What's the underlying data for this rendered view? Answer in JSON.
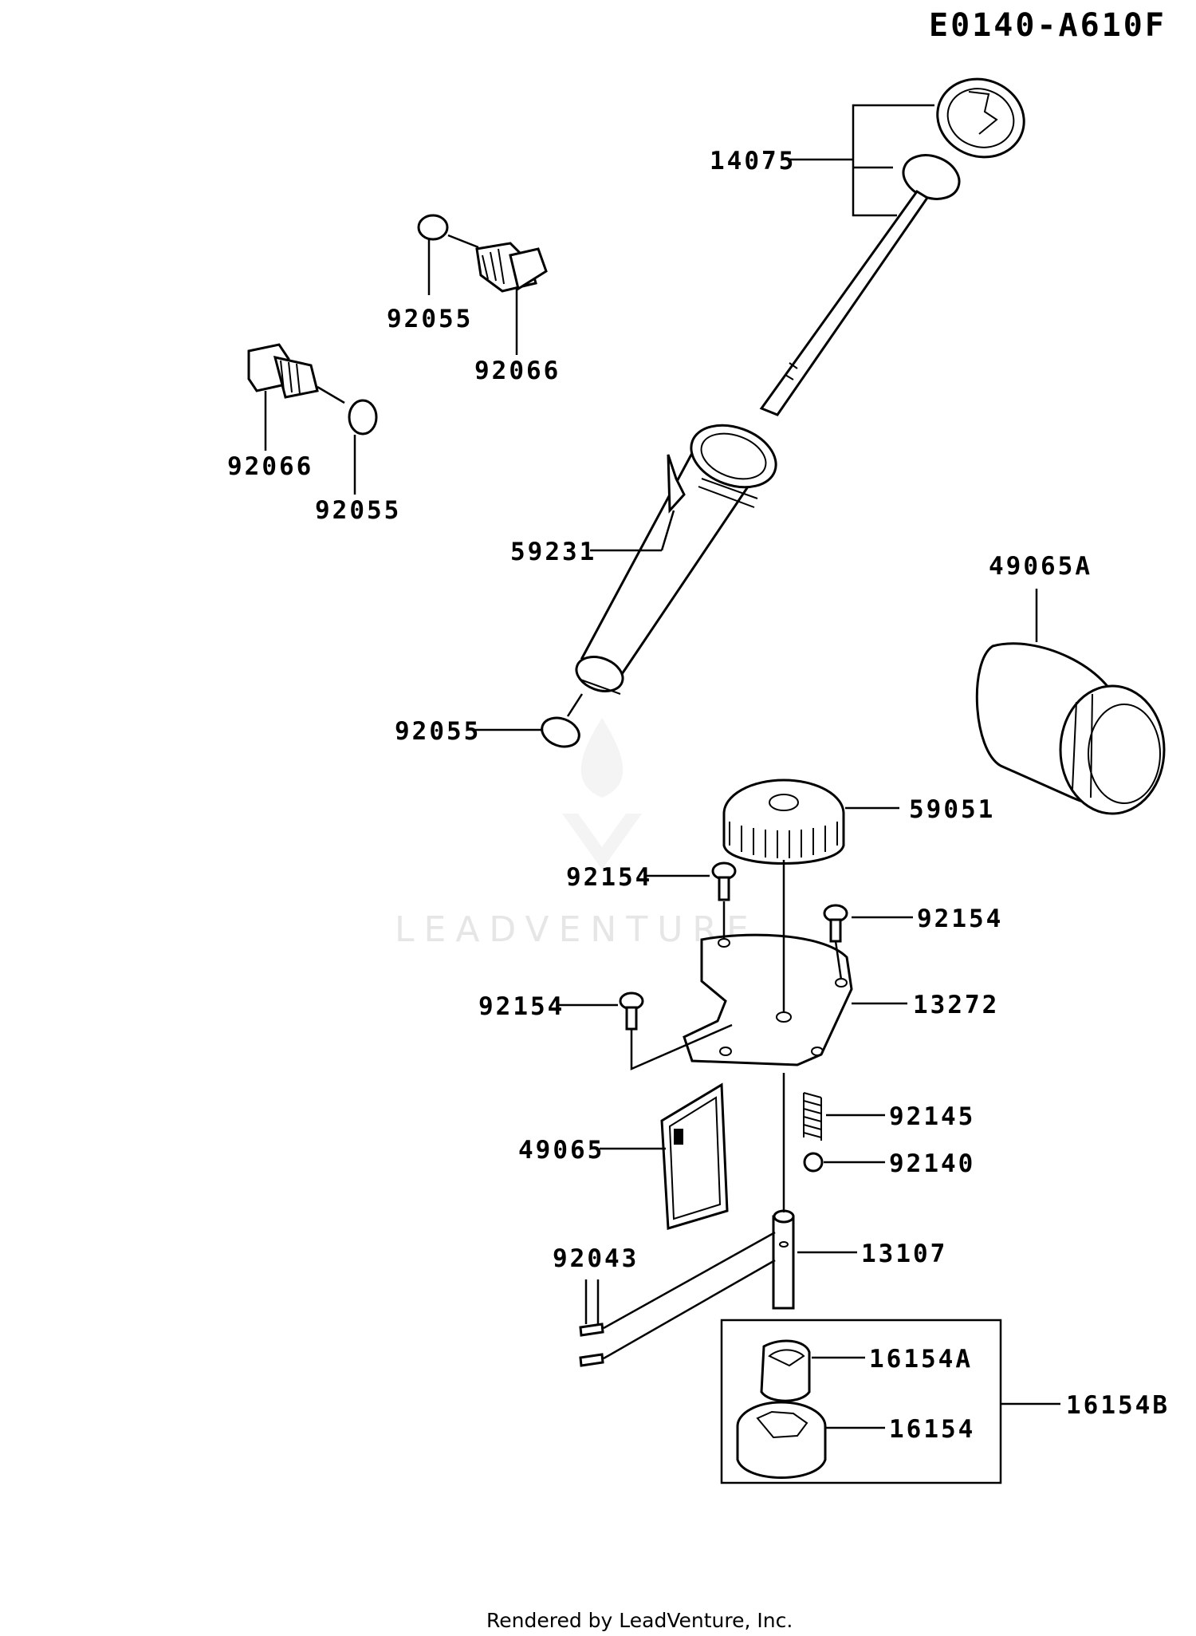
{
  "diagram": {
    "code": "E0140-A610F",
    "footer": "Rendered by LeadVenture, Inc.",
    "watermark": "LEADVENTURE"
  },
  "parts": {
    "p14075": "14075",
    "p92055_top": "92055",
    "p92066_top": "92066",
    "p92066_left": "92066",
    "p92055_left": "92055",
    "p59231": "59231",
    "p49065A": "49065A",
    "p92055_tube": "92055",
    "p59051": "59051",
    "p92154_a": "92154",
    "p92154_b": "92154",
    "p92154_c": "92154",
    "p13272": "13272",
    "p92145": "92145",
    "p92140": "92140",
    "p49065": "49065",
    "p92043": "92043",
    "p13107": "13107",
    "p16154A": "16154A",
    "p16154": "16154",
    "p16154B": "16154B"
  }
}
